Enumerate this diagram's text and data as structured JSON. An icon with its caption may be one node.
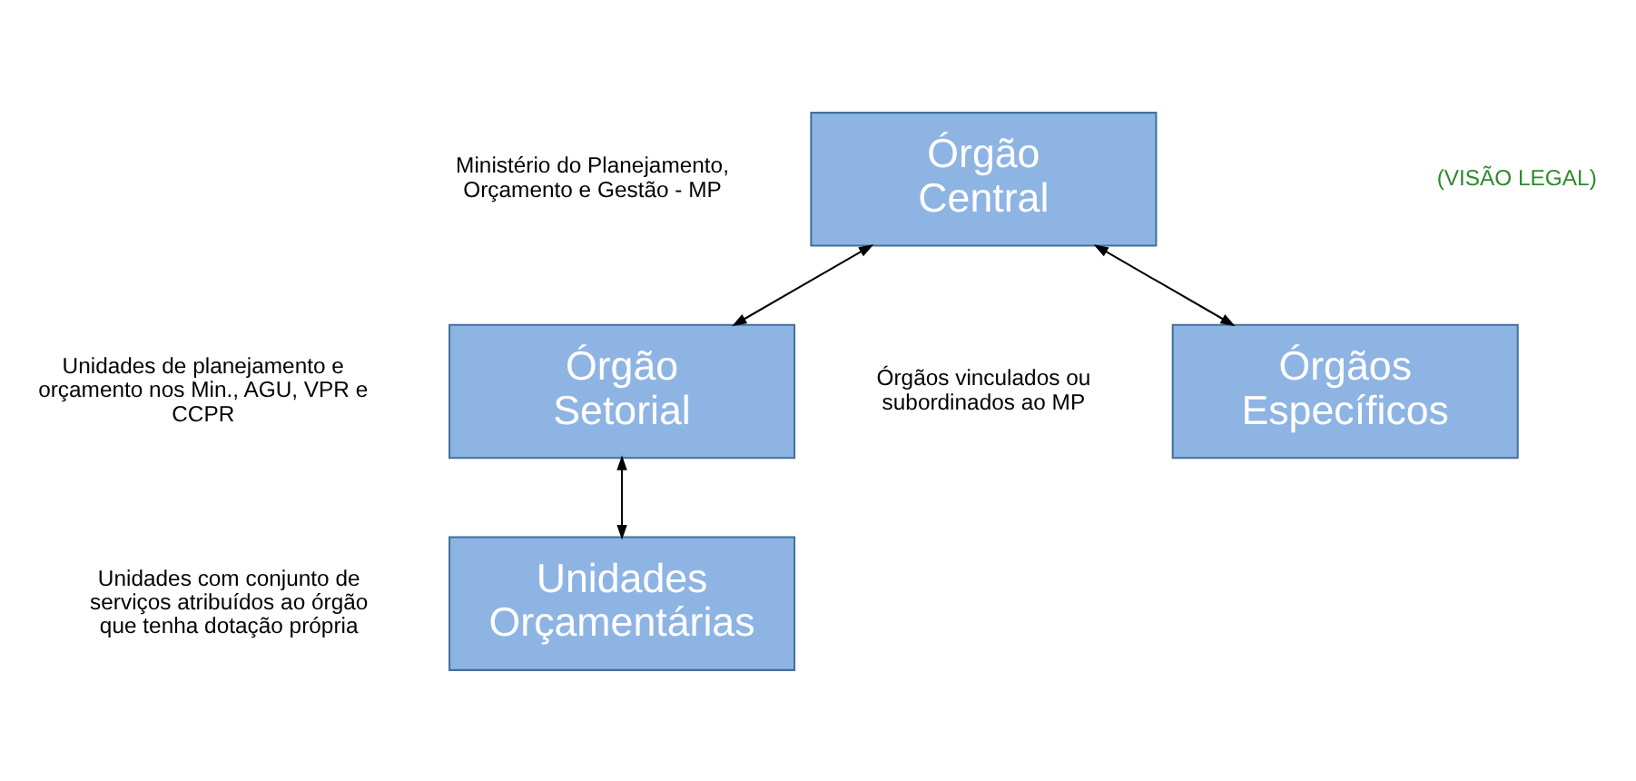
{
  "diagram": {
    "nodes": [
      {
        "text": [
          "Órgão Central"
        ],
        "beside": [
          "Ministério do Planejamento, Orçamento e Gestão - MP"
        ]
      },
      {
        "text": [
          "Órgão Setorial"
        ],
        "beside": [
          "Unidades de planejamento e orçamento nos Min., AGU, VPR e CCPR"
        ]
      },
      {
        "text": [
          "Órgãos Específicos"
        ],
        "beside": [
          "Órgãos vinculados ou subordinados ao MP"
        ]
      },
      {
        "text": [
          "Unidades Orçamentárias"
        ],
        "beside": [
          "Unidades com conjunto de serviços atribuídos ao órgão que tenha dotação própria"
        ]
      }
    ],
    "edges": [
      {
        "from": 0,
        "to": 1,
        "arrow": "both"
      },
      {
        "from": 0,
        "to": 2,
        "arrow": "both"
      },
      {
        "from": 1,
        "to": 3,
        "arrow": "both"
      }
    ],
    "labels": [
      "(VISÃO LEGAL)"
    ]
  }
}
